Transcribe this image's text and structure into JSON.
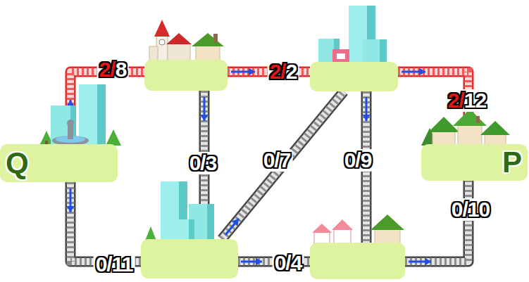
{
  "diagram": {
    "nodes": [
      {
        "text": []
      },
      {
        "text": []
      },
      {
        "text": [
          "Q"
        ]
      },
      {
        "text": [
          "P"
        ]
      },
      {
        "text": []
      },
      {
        "text": []
      }
    ],
    "edges": [
      {
        "from": 2,
        "to": 0,
        "arrow": "to",
        "label": "2/8"
      },
      {
        "from": 0,
        "to": 1,
        "arrow": "to",
        "label": "2/2"
      },
      {
        "from": 1,
        "to": 3,
        "arrow": "to",
        "label": "2/12"
      },
      {
        "from": 0,
        "to": 4,
        "arrow": "to",
        "label": "0/3"
      },
      {
        "from": 4,
        "to": 1,
        "arrow": "to",
        "label": "0/7"
      },
      {
        "from": 1,
        "to": 5,
        "arrow": "to",
        "label": "0/9"
      },
      {
        "from": 2,
        "to": 4,
        "arrow": "to",
        "label": "0/11"
      },
      {
        "from": 4,
        "to": 5,
        "arrow": "to",
        "label": "0/4"
      },
      {
        "from": 5,
        "to": 3,
        "arrow": "to",
        "label": "0/10"
      }
    ]
  }
}
